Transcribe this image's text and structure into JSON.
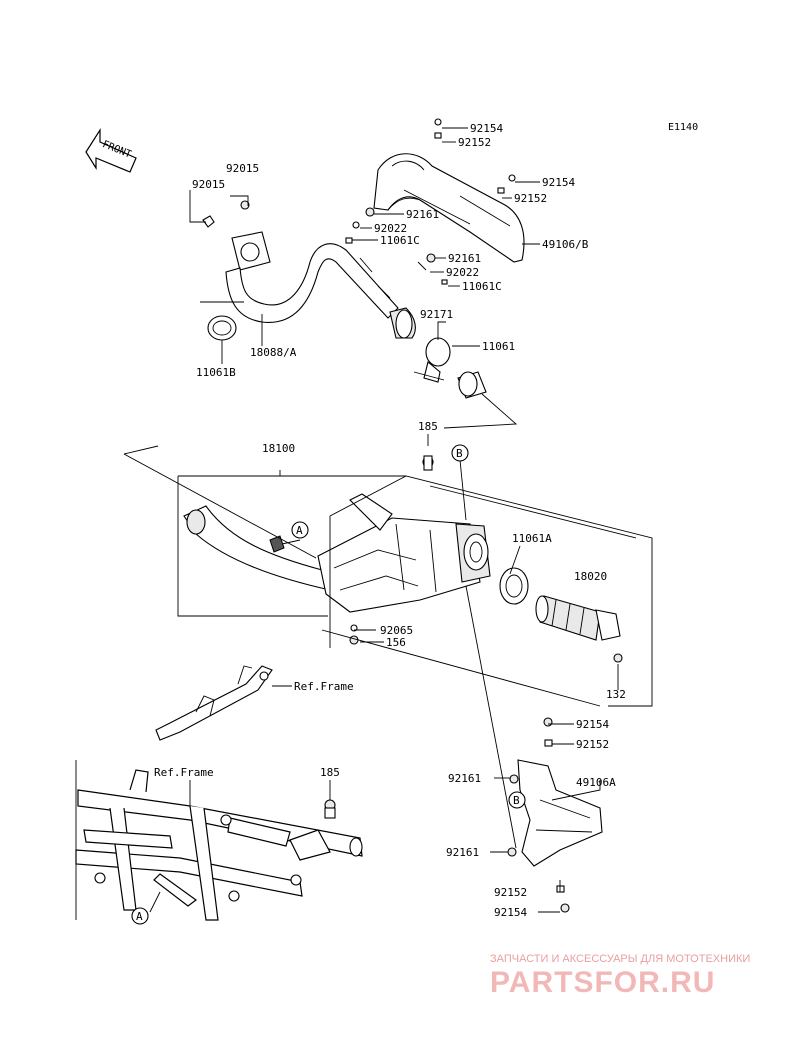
{
  "diagram": {
    "code": "E1140",
    "front_label": "FRONT",
    "part_labels": {
      "p92154_top": "92154",
      "p92152_top": "92152",
      "p92154_r": "92154",
      "p92152_r": "92152",
      "p92015_a": "92015",
      "p92015_b": "92015",
      "p92161_a": "92161",
      "p92022_a": "92022",
      "p11061C_a": "11061C",
      "p49106B": "49106/B",
      "p92161_b": "92161",
      "p92022_b": "92022",
      "p11061C_b": "11061C",
      "p92171": "92171",
      "p11061": "11061",
      "p11061B": "11061B",
      "p18088A": "18088/A",
      "p185_top": "185",
      "p18100": "18100",
      "p11061A": "11061A",
      "p18020": "18020",
      "p92065": "92065",
      "p156": "156",
      "p132": "132",
      "ref_frame_1": "Ref.Frame",
      "ref_frame_2": "Ref.Frame",
      "p185_bot": "185",
      "p92154_low": "92154",
      "p92152_low": "92152",
      "p92161_c": "92161",
      "p49106A": "49106A",
      "p92161_d": "92161",
      "p92152_bot": "92152",
      "p92154_bot": "92154"
    },
    "callouts": {
      "A_1": "A",
      "A_2": "A",
      "B_1": "B",
      "B_2": "B"
    }
  },
  "watermark": {
    "subtitle": "ЗАПЧАСТИ И АКСЕССУАРЫ ДЛЯ МОТОТЕХНИКИ",
    "logo": "PARTSFOR.RU",
    "color": "#f2b8b8"
  }
}
